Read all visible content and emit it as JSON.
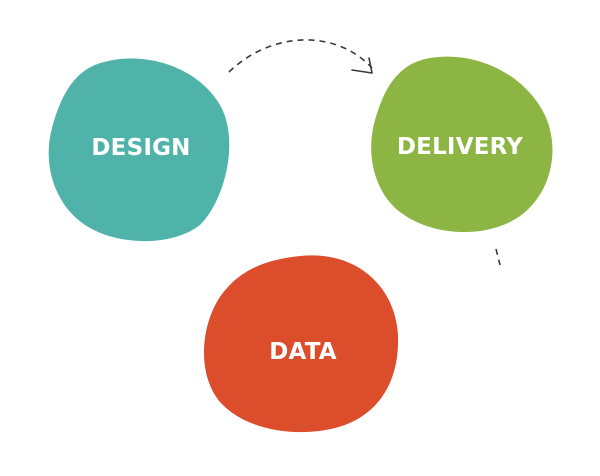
{
  "nodes": {
    "design": {
      "label": "DESIGN",
      "color": "#50b3a9"
    },
    "delivery": {
      "label": "DELIVERY",
      "color": "#8db543"
    },
    "data": {
      "label": "DATA",
      "color": "#dc4d2b"
    }
  },
  "connector": {
    "color": "#3a3a3a",
    "icon": "dashed-arrow"
  }
}
